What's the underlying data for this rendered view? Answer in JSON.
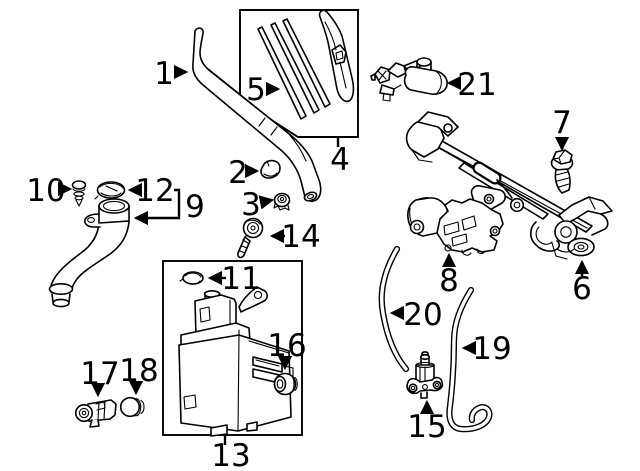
{
  "colors": {
    "background": "#ffffff",
    "line": "#000000"
  },
  "callouts": {
    "c1": {
      "label": "1"
    },
    "c2": {
      "label": "2"
    },
    "c3": {
      "label": "3"
    },
    "c4": {
      "label": "4"
    },
    "c5": {
      "label": "5"
    },
    "c6": {
      "label": "6"
    },
    "c7": {
      "label": "7"
    },
    "c8": {
      "label": "8"
    },
    "c9": {
      "label": "9"
    },
    "c10": {
      "label": "10"
    },
    "c11": {
      "label": "11"
    },
    "c12": {
      "label": "12"
    },
    "c13": {
      "label": "13"
    },
    "c14": {
      "label": "14"
    },
    "c15": {
      "label": "15"
    },
    "c16": {
      "label": "16"
    },
    "c17": {
      "label": "17"
    },
    "c18": {
      "label": "18"
    },
    "c19": {
      "label": "19"
    },
    "c20": {
      "label": "20"
    },
    "c21": {
      "label": "21"
    }
  }
}
